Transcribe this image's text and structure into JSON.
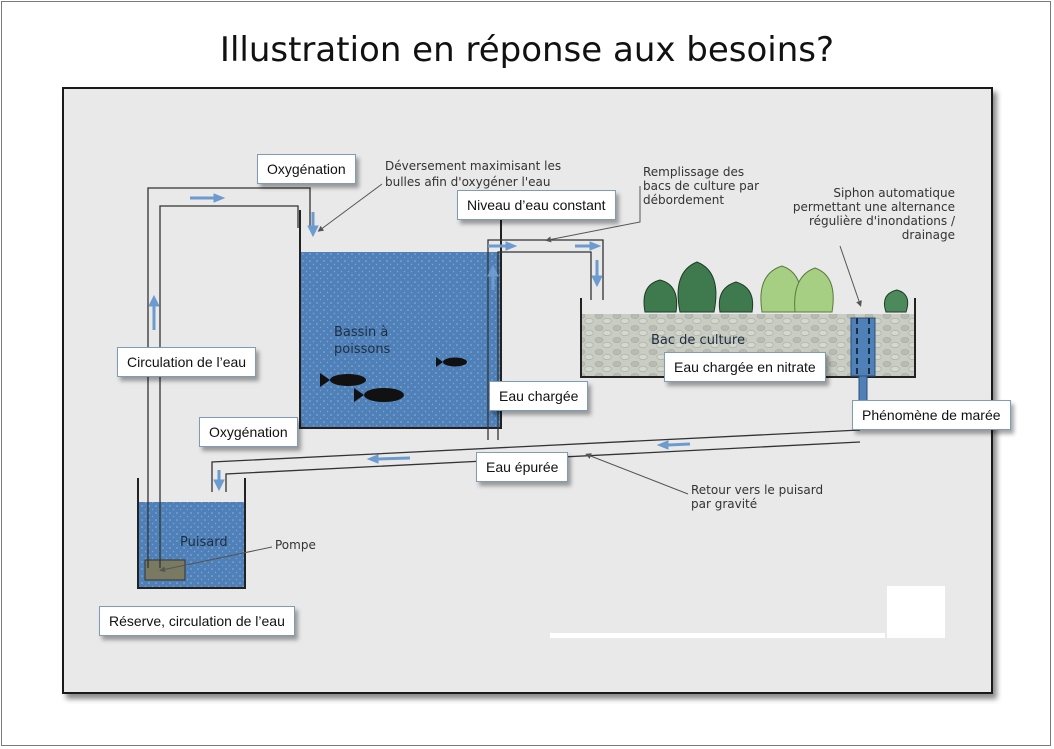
{
  "slide": {
    "title": "Illustration en réponse aux besoins?"
  },
  "diagram": {
    "notes": {
      "deversement_line1": "Déversement maximisant les",
      "deversement_line2": "bulles afin d'oxygéner l'eau",
      "remplissage_line1": "Remplissage des",
      "remplissage_line2": "bacs de culture par",
      "remplissage_line3": "débordement",
      "siphon_line1": "Siphon automatique",
      "siphon_line2": "permettant une alternance",
      "siphon_line3": "régulière d'inondations /",
      "siphon_line4": "drainage",
      "retour_line1": "Retour vers le puisard",
      "retour_line2": "par gravité",
      "pompe": "Pompe"
    },
    "tank_labels": {
      "bassin_line1": "Bassin à",
      "bassin_line2": "poissons",
      "bac": "Bac de culture",
      "puisard": "Puisard"
    },
    "colors": {
      "water": "#4f80b8",
      "pipe_arrow": "#6d9bd0",
      "panel": "#e9e9e9"
    }
  },
  "callouts": {
    "oxygenation_top": "Oxygénation",
    "niveau": "Niveau d’eau constant",
    "circulation": "Circulation de l’eau",
    "eau_chargee": "Eau chargée",
    "eau_nitrate": "Eau chargée en nitrate",
    "oxygenation_bottom": "Oxygénation",
    "maree": "Phénomène de marée",
    "eau_epuree": "Eau épurée",
    "reserve": "Réserve, circulation de l’eau"
  }
}
